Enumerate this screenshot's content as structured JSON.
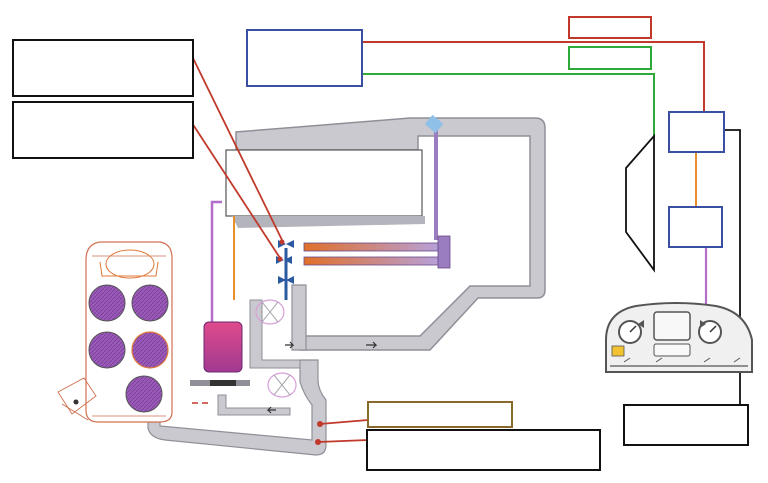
{
  "colors": {
    "background": "#ffffff",
    "duct_fill": "#c9c9cf",
    "duct_stroke": "#8f8f98",
    "line_red": "#c0392b",
    "line_green": "#2faa3a",
    "line_orange": "#e8902a",
    "line_purple": "#b36ec9",
    "line_black": "#111111",
    "box_blue": "#3a4fa0",
    "box_brown": "#8a6a2a",
    "piston": "#9a5bb8",
    "vessel": "#d9488f",
    "egr_cooler": "#e88a3c",
    "dash": "#555555"
  },
  "icons": {
    "engine_block": "engine-cylinder-bank",
    "dashboard": "instrument-cluster",
    "ecu": "control-unit-box",
    "valve": "valve-icon",
    "sensor": "sensor-icon",
    "flow_arrow": "flow-arrow-icon"
  },
  "labels": {
    "box_top_left_1": "",
    "box_top_left_2": "",
    "box_top_mid": "",
    "box_red_top_right": "",
    "box_green_top_right": "",
    "box_ecu_upper": "",
    "box_ecu_lower": "",
    "box_brown_bottom": "",
    "box_bottom_wide": "",
    "box_bottom_right": "",
    "intake_panel": ""
  }
}
